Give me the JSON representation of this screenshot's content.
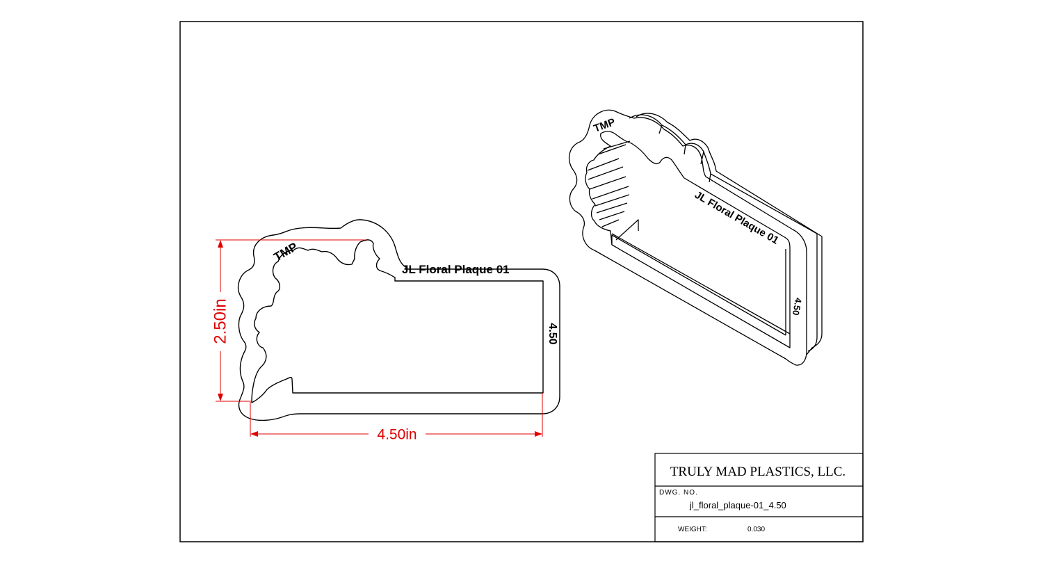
{
  "drawing": {
    "front_view": {
      "brand_mark": "TMP",
      "part_label": "JL Floral Plaque 01",
      "size_label": "4.50"
    },
    "iso_view": {
      "brand_mark": "TMP",
      "part_label": "JL Floral Plaque 01",
      "size_label": "4.50"
    },
    "dimensions": {
      "height": "2.50in",
      "width": "4.50in",
      "color": "#e00000"
    }
  },
  "title_block": {
    "company": "TRULY MAD PLASTICS, LLC.",
    "dwg_no_label": "DWG. NO.",
    "dwg_no_value": "jl_floral_plaque-01_4.50",
    "weight_label": "WEIGHT:",
    "weight_value": "0.030"
  }
}
